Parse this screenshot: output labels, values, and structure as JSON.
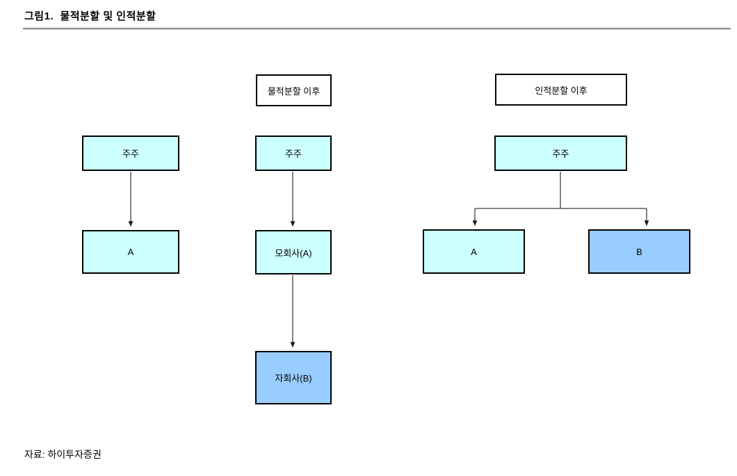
{
  "title": "그림1.  물적분할 및 인적분할",
  "source": "자료: 하이투자증권",
  "colors": {
    "box_cyan": "#CCFFFF",
    "box_blue": "#99CCFF",
    "box_border": "#000000",
    "connector_line": "#3F3F3F",
    "title_rule": "#8C8C8C"
  },
  "figure": {
    "headers": {
      "physical_split": "물적분할 이후",
      "spin_off": "인적분할 이후"
    },
    "before": {
      "shareholder": "주주",
      "company": "A"
    },
    "physical_split": {
      "shareholder": "주주",
      "parent": "모회사(A)",
      "subsidiary": "자회사(B)"
    },
    "spin_off": {
      "shareholder": "주주",
      "company_a": "A",
      "company_b": "B"
    }
  }
}
